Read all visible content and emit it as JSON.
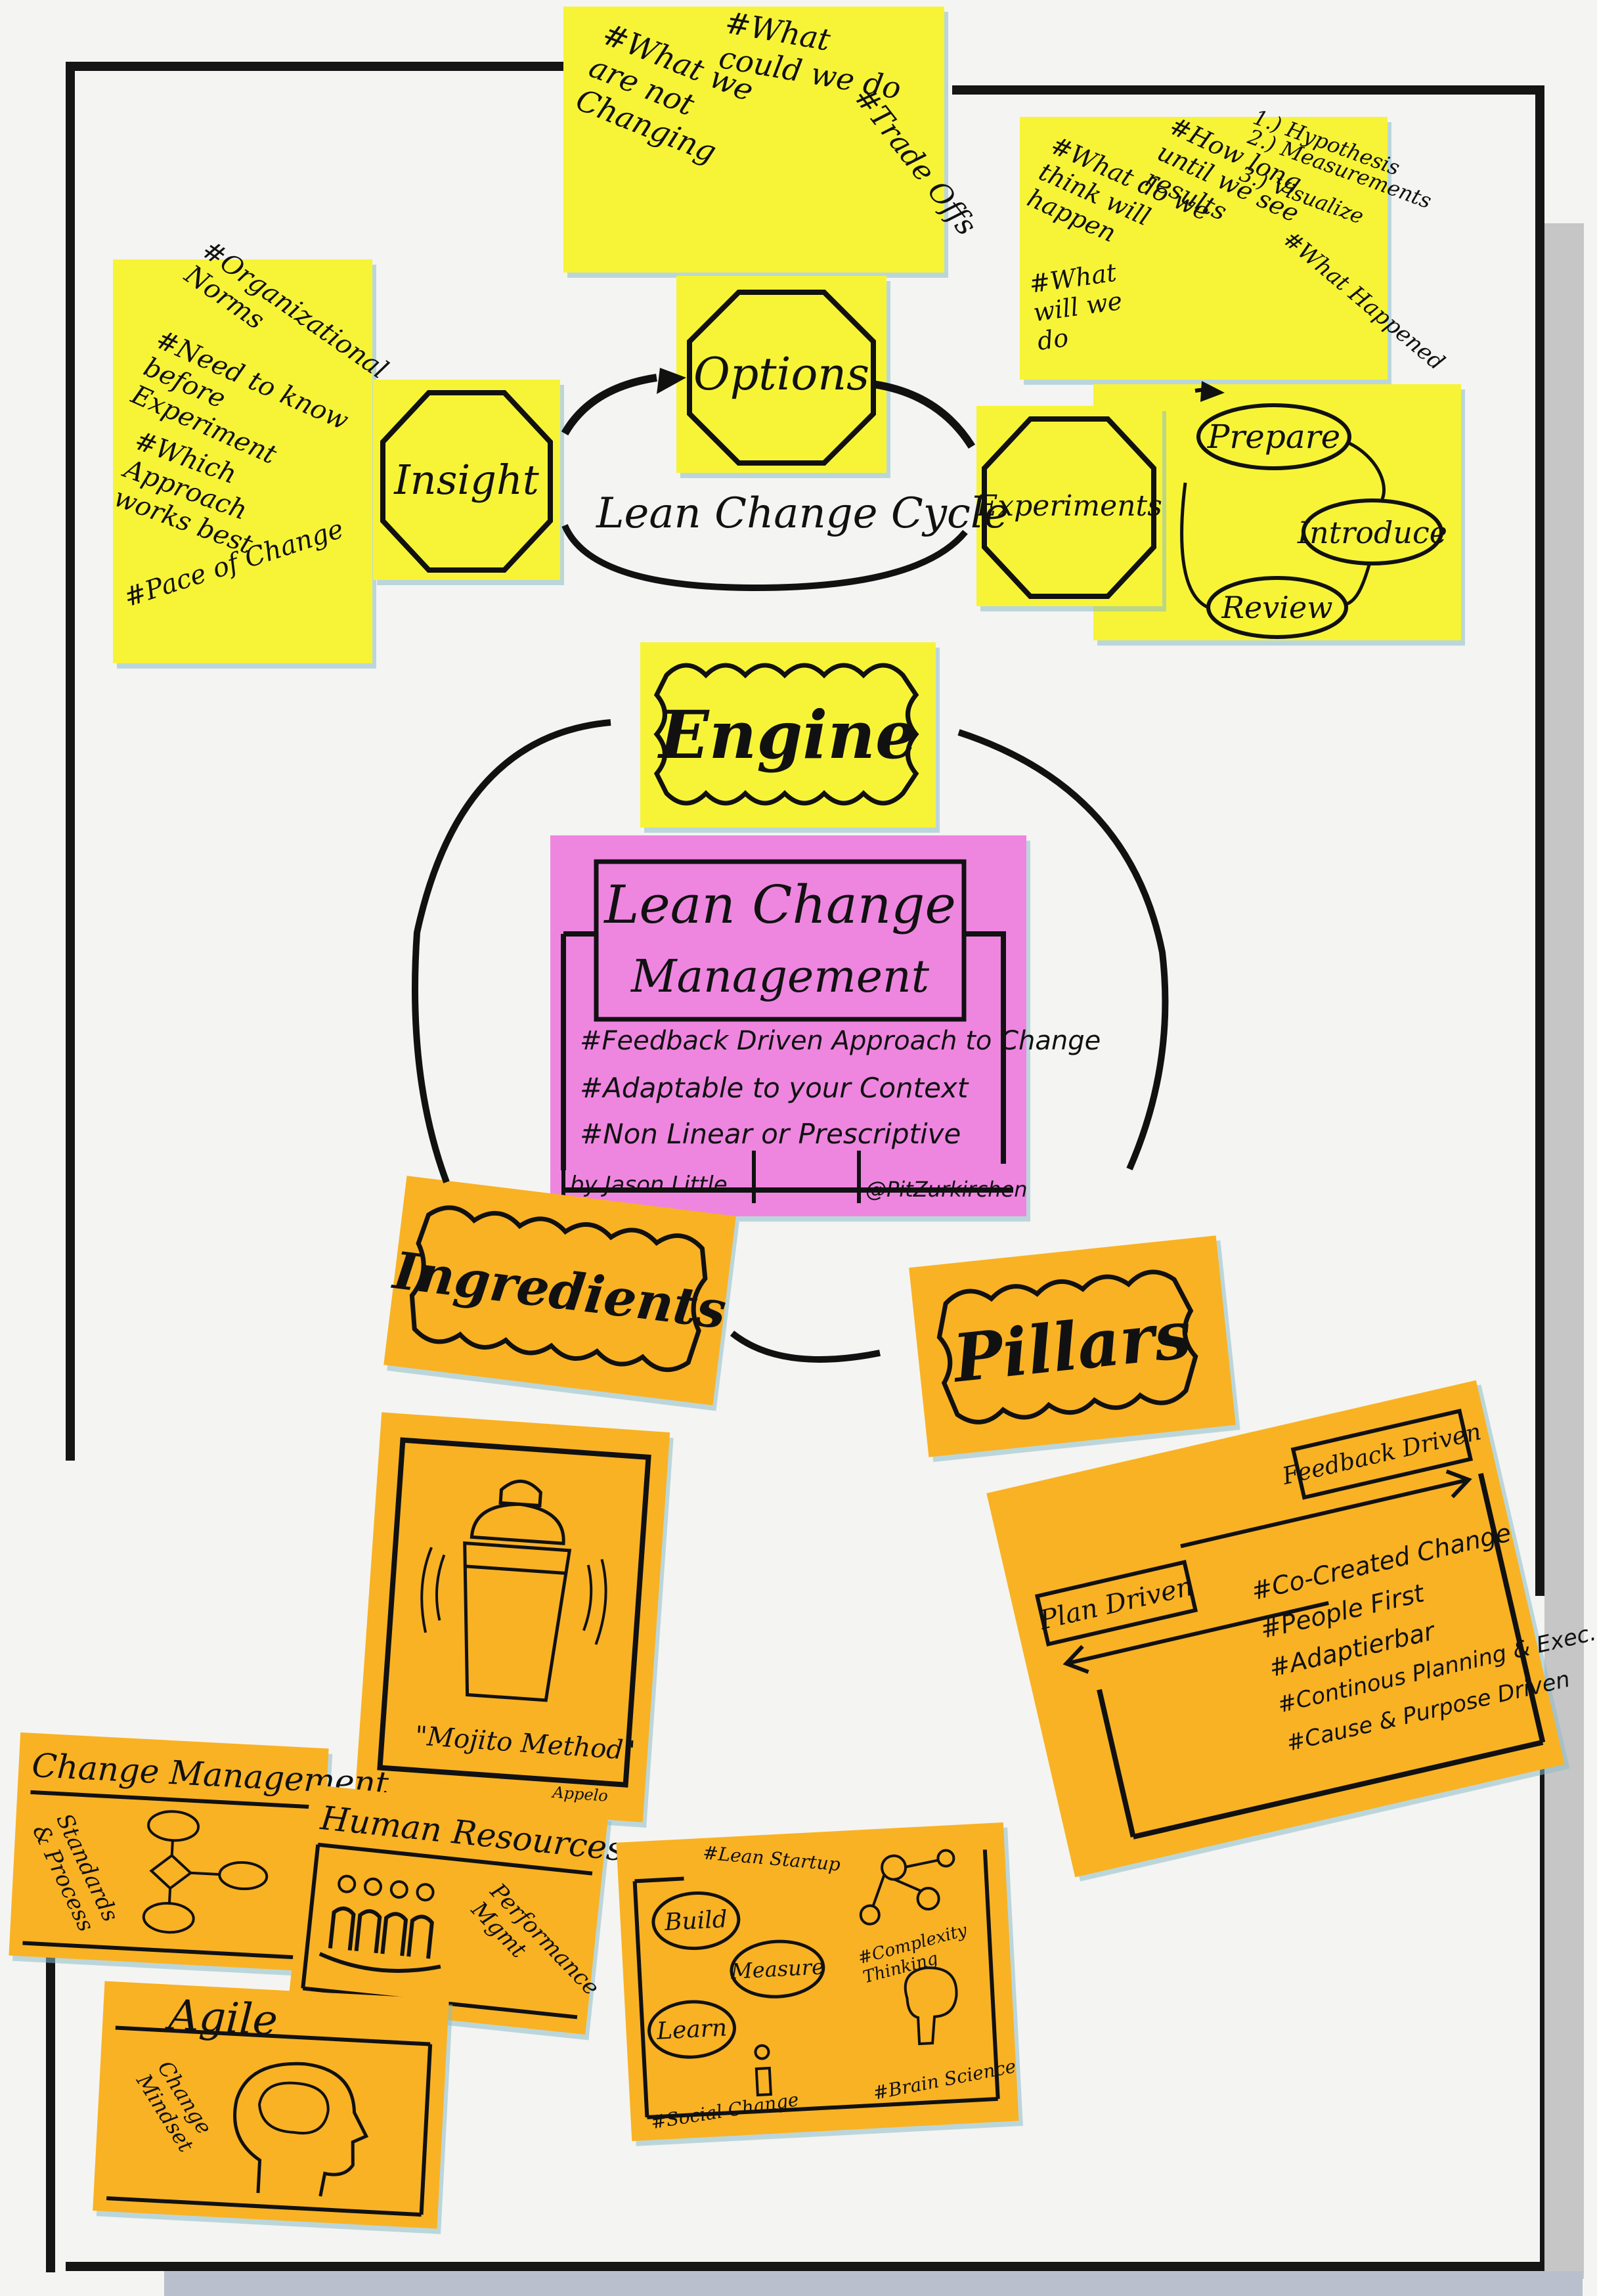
{
  "cycle": {
    "title": "Lean Change Cycle",
    "options": {
      "label": "Options",
      "tags": [
        "#What could we do",
        "#What we are not Changing",
        "#Trade Offs"
      ]
    },
    "insight": {
      "label": "Insight",
      "tags": [
        "#Organizational Norms",
        "#Need to know before Experiment",
        "#Which Approach works best",
        "#Pace of Change"
      ]
    },
    "experiments": {
      "label": "Experiments",
      "steps": [
        "Prepare",
        "Introduce",
        "Review"
      ],
      "numbered": [
        "1.) Hypothesis",
        "2.) Measurements",
        "3.) Visualize"
      ],
      "tags": [
        "#How long until we see results",
        "#What do we think will happen",
        "#What will we do",
        "#What Happened"
      ]
    }
  },
  "engine": {
    "label": "Engine"
  },
  "lcm": {
    "title_line1": "Lean Change",
    "title_line2": "Management",
    "tags": [
      "#Feedback Driven Approach to Change",
      "#Adaptable to your Context",
      "#Non Linear or Prescriptive"
    ],
    "author": "by Jason Little",
    "handle": "@PitZurkirchen"
  },
  "ingredients": {
    "label": "Ingredients",
    "mojito": {
      "label": "\"Mojito Method\"",
      "credit": "Appelo"
    },
    "change_management": {
      "title": "Change Management",
      "sub": "Standards & Process"
    },
    "human_resources": {
      "title": "Human Resources",
      "sub": "Performance Mgmt"
    },
    "agile": {
      "title": "Agile",
      "sub": "Change Mindset"
    },
    "lean": {
      "lean_startup": "#Lean Startup",
      "cycle": [
        "Build",
        "Measure",
        "Learn"
      ],
      "complexity": "#Complexity Thinking",
      "social": "#Social Change",
      "brain": "#Brain Science"
    }
  },
  "pillars": {
    "label": "Pillars",
    "feedback_driven": "Feedback Driven",
    "plan_driven": "Plan Driven",
    "tags": [
      "#Co-Created Change",
      "#People First",
      "#Adaptierbar",
      "#Continous Planning & Exec.",
      "#Cause & Purpose Driven"
    ]
  },
  "colors": {
    "yellow": "#f7f437",
    "orange": "#f9b224",
    "pink": "#ee86e0",
    "ink": "#111111"
  }
}
